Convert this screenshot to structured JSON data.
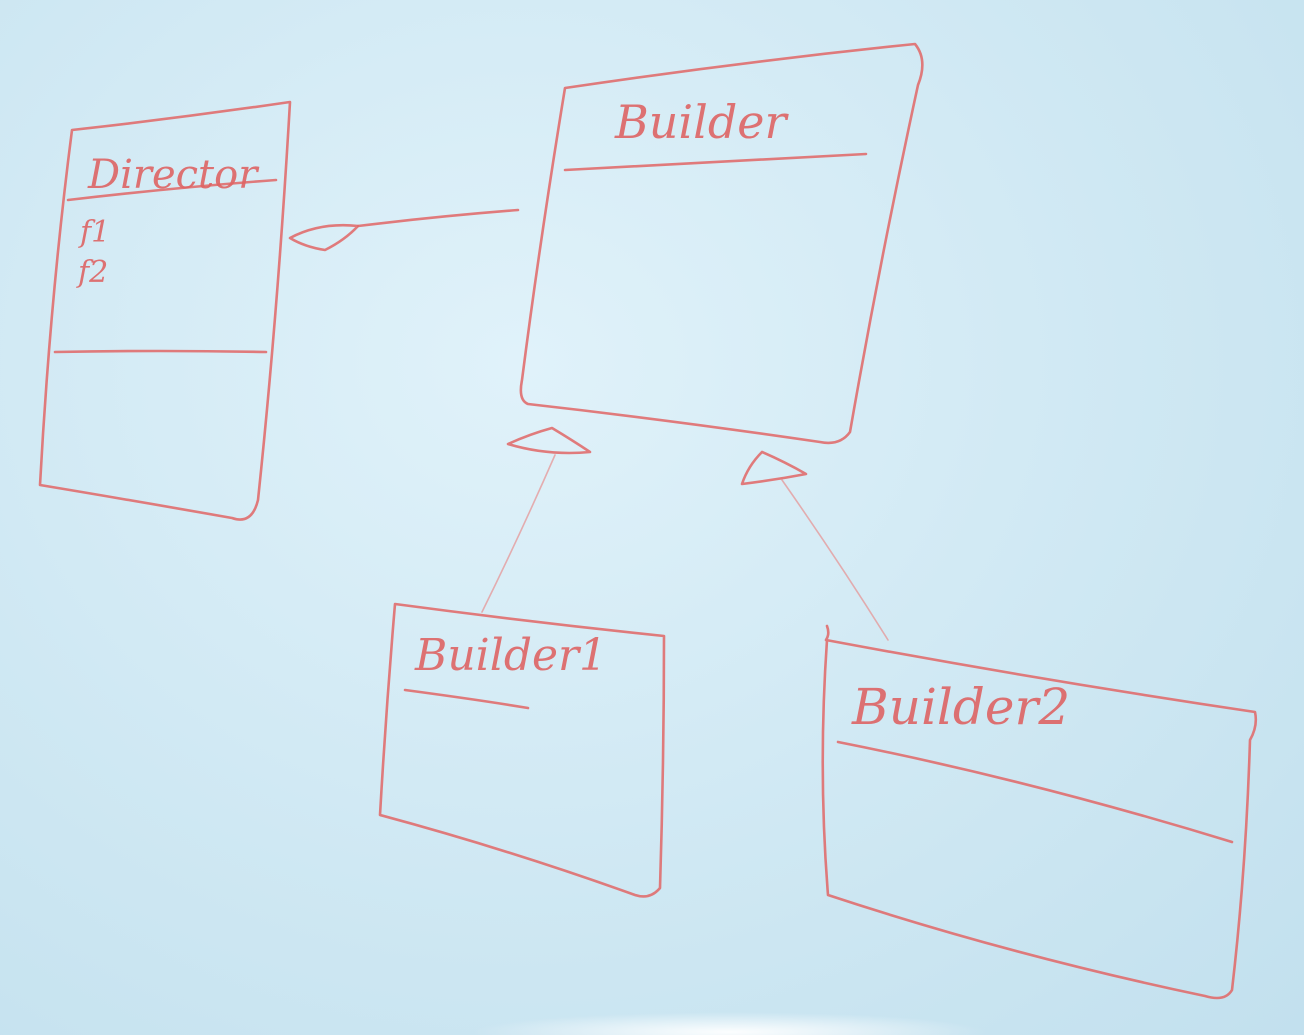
{
  "colors": {
    "whiteboard": "#d2ebf5",
    "marker": "#e06a6a"
  },
  "diagram": {
    "type": "uml-class-diagram",
    "classes": {
      "director": {
        "name": "Director",
        "attributes": [
          "f1",
          "f2"
        ]
      },
      "builder": {
        "name": "Builder"
      },
      "builder1": {
        "name": "Builder1"
      },
      "builder2": {
        "name": "Builder2"
      }
    },
    "relationships": [
      {
        "from": "Director",
        "to": "Builder",
        "kind": "aggregation"
      },
      {
        "from": "Builder1",
        "to": "Builder",
        "kind": "inheritance"
      },
      {
        "from": "Builder2",
        "to": "Builder",
        "kind": "inheritance"
      }
    ]
  }
}
